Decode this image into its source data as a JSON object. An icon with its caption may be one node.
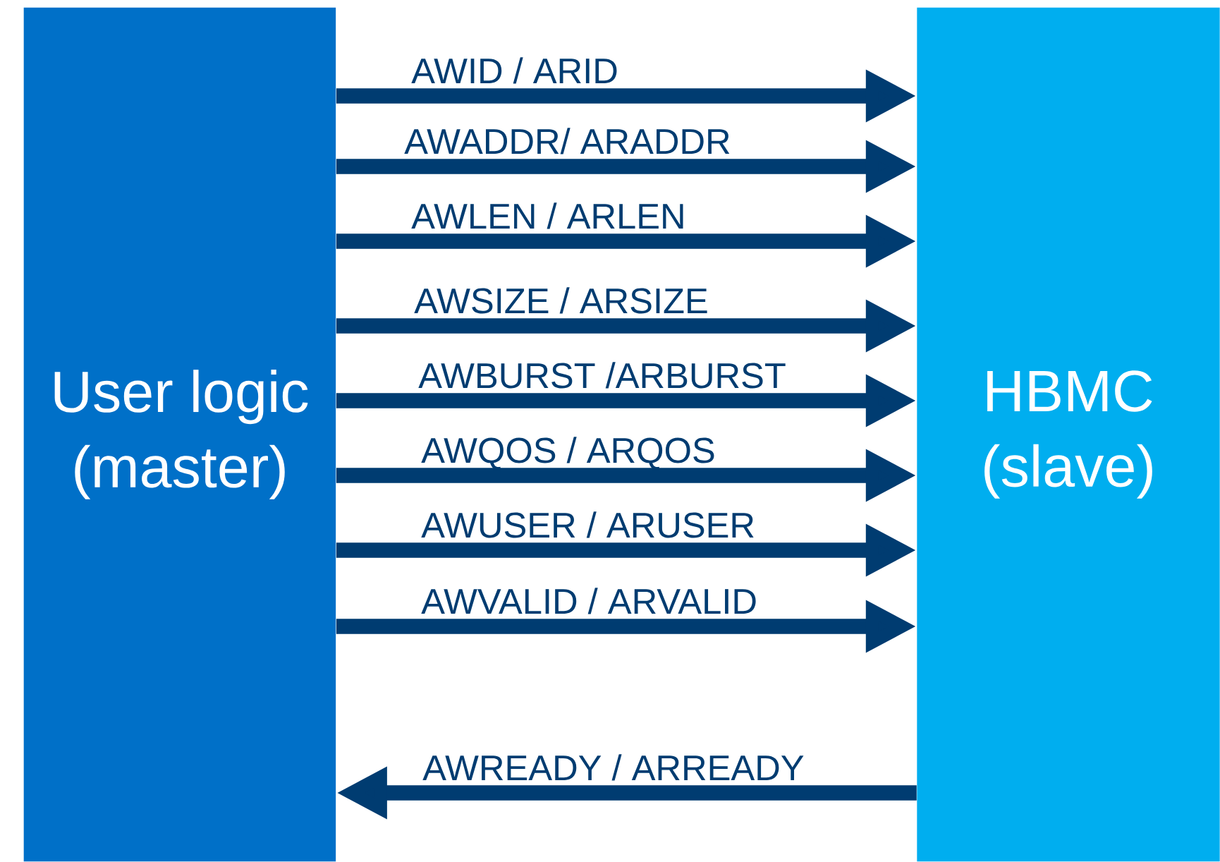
{
  "diagram": {
    "nodes": [
      {
        "text": [
          "User logic (master)"
        ]
      },
      {
        "text": [
          "HBMC (slave)"
        ]
      }
    ],
    "edges": [
      {
        "from": 0,
        "to": 1,
        "arrow": "to",
        "label": "AWID / ARID"
      },
      {
        "from": 0,
        "to": 1,
        "arrow": "to",
        "label": "AWADDR/ ARADDR"
      },
      {
        "from": 0,
        "to": 1,
        "arrow": "to",
        "label": "AWLEN / ARLEN"
      },
      {
        "from": 0,
        "to": 1,
        "arrow": "to",
        "label": "AWSIZE / ARSIZE"
      },
      {
        "from": 0,
        "to": 1,
        "arrow": "to",
        "label": "AWBURST /ARBURST"
      },
      {
        "from": 0,
        "to": 1,
        "arrow": "to",
        "label": "AWQOS / ARQOS"
      },
      {
        "from": 0,
        "to": 1,
        "arrow": "to",
        "label": "AWUSER / ARUSER"
      },
      {
        "from": 0,
        "to": 1,
        "arrow": "to",
        "label": "AWVALID / ARVALID"
      },
      {
        "from": 1,
        "to": 0,
        "arrow": "to",
        "label": "AWREADY / ARREADY"
      }
    ]
  }
}
